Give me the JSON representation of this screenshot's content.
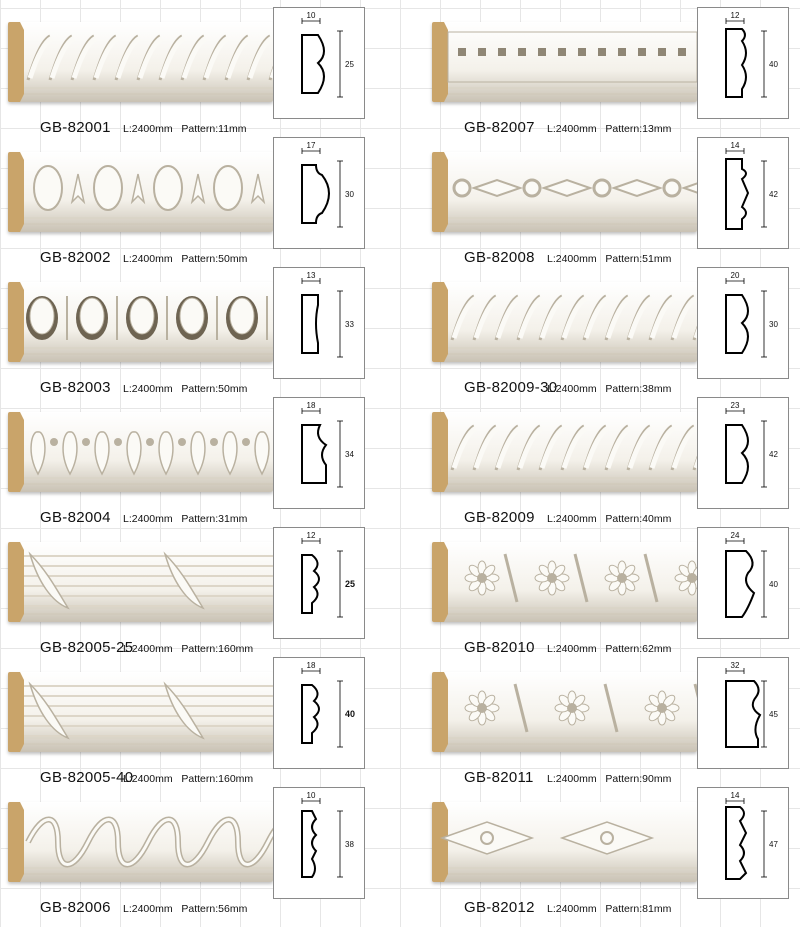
{
  "colors": {
    "molding": "#f4f1ea",
    "shadow": "#c9c2b4",
    "mdf_core": "#c9a46a",
    "profile_stroke": "#000000"
  },
  "products": [
    {
      "code": "GB-82001",
      "length": "L:2400mm",
      "pattern": "Pattern:11mm",
      "width": "10",
      "height": "25",
      "motif": "rope"
    },
    {
      "code": "GB-82002",
      "length": "L:2400mm",
      "pattern": "Pattern:50mm",
      "width": "17",
      "height": "30",
      "motif": "egg-leaf"
    },
    {
      "code": "GB-82003",
      "length": "L:2400mm",
      "pattern": "Pattern:50mm",
      "width": "13",
      "height": "33",
      "motif": "egg-dart"
    },
    {
      "code": "GB-82004",
      "length": "L:2400mm",
      "pattern": "Pattern:31mm",
      "width": "18",
      "height": "34",
      "motif": "acanthus"
    },
    {
      "code": "GB-82005-25",
      "length": "L:2400mm",
      "pattern": "Pattern:160mm",
      "width": "12",
      "height": "25",
      "motif": "reed-leaf"
    },
    {
      "code": "GB-82005-40",
      "length": "L:2400mm",
      "pattern": "Pattern:160mm",
      "width": "18",
      "height": "40",
      "motif": "reed-leaf"
    },
    {
      "code": "GB-82006",
      "length": "L:2400mm",
      "pattern": "Pattern:56mm",
      "width": "10",
      "height": "38",
      "motif": "wave-scroll"
    },
    {
      "code": "GB-82007",
      "length": "L:2400mm",
      "pattern": "Pattern:13mm",
      "width": "12",
      "height": "40",
      "motif": "dentil"
    },
    {
      "code": "GB-82008",
      "length": "L:2400mm",
      "pattern": "Pattern:51mm",
      "width": "14",
      "height": "42",
      "motif": "bead-diamond"
    },
    {
      "code": "GB-82009-30",
      "length": "L:2400mm",
      "pattern": "Pattern:38mm",
      "width": "20",
      "height": "30",
      "motif": "rope"
    },
    {
      "code": "GB-82009",
      "length": "L:2400mm",
      "pattern": "Pattern:40mm",
      "width": "23",
      "height": "42",
      "motif": "rope"
    },
    {
      "code": "GB-82010",
      "length": "L:2400mm",
      "pattern": "Pattern:62mm",
      "width": "24",
      "height": "40",
      "motif": "rosette"
    },
    {
      "code": "GB-82011",
      "length": "L:2400mm",
      "pattern": "Pattern:90mm",
      "width": "32",
      "height": "45",
      "motif": "rosette-large"
    },
    {
      "code": "GB-82012",
      "length": "L:2400mm",
      "pattern": "Pattern:81mm",
      "width": "14",
      "height": "47",
      "motif": "diamond-flower"
    }
  ]
}
